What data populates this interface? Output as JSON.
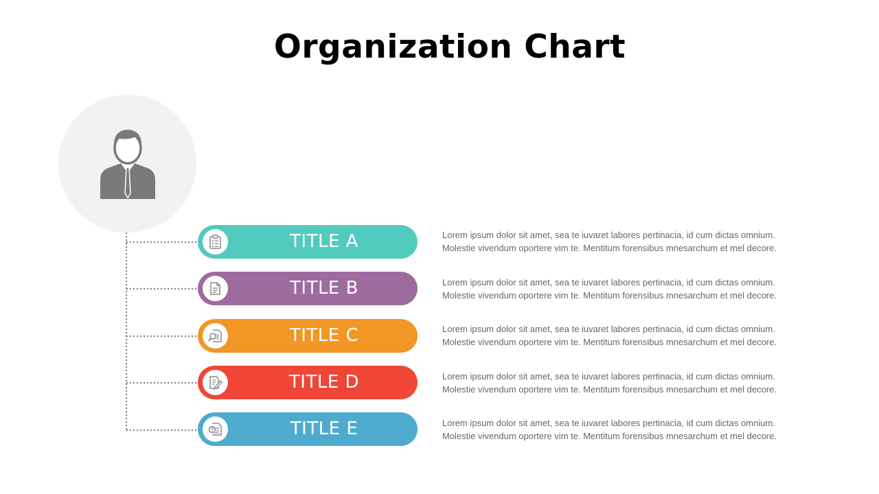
{
  "title": "Organization Chart",
  "head": {
    "icon": "person-icon"
  },
  "items": [
    {
      "label": "TITLE A",
      "color": "#52cbbf",
      "icon": "clipboard-icon",
      "line1": "Lorem  ipsum  dolor  sit amet,  sea te iuvaret labores pertinacia,  id cum dictas omnium.",
      "line2": "Molestie  vivendum  oportere  vim te.  Mentitum  forensibus mnesarchum  et mel decore."
    },
    {
      "label": "TITLE B",
      "color": "#9e6b9e",
      "icon": "document-icon",
      "line1": "Lorem  ipsum  dolor  sit amet,  sea te iuvaret labores pertinacia,  id cum dictas omnium.",
      "line2": "Molestie  vivendum  oportere  vim te.  Mentitum  forensibus mnesarchum  et mel decore."
    },
    {
      "label": "TITLE C",
      "color": "#f29724",
      "icon": "document-search-icon",
      "line1": "Lorem  ipsum  dolor  sit amet,  sea te iuvaret labores pertinacia,  id cum dictas omnium.",
      "line2": "Molestie  vivendum  oportere  vim te.  Mentitum  forensibus mnesarchum  et mel decore."
    },
    {
      "label": "TITLE D",
      "color": "#f04637",
      "icon": "document-edit-icon",
      "line1": "Lorem  ipsum  dolor  sit amet,  sea te iuvaret labores pertinacia,  id cum dictas omnium.",
      "line2": "Molestie  vivendum  oportere  vim te.  Mentitum  forensibus mnesarchum  et mel decore."
    },
    {
      "label": "TITLE E",
      "color": "#4fabce",
      "icon": "document-question-icon",
      "line1": "Lorem  ipsum  dolor  sit amet,  sea te iuvaret labores pertinacia,  id cum dictas omnium.",
      "line2": "Molestie  vivendum  oportere  vim te.  Mentitum  forensibus mnesarchum  et mel decore."
    }
  ]
}
